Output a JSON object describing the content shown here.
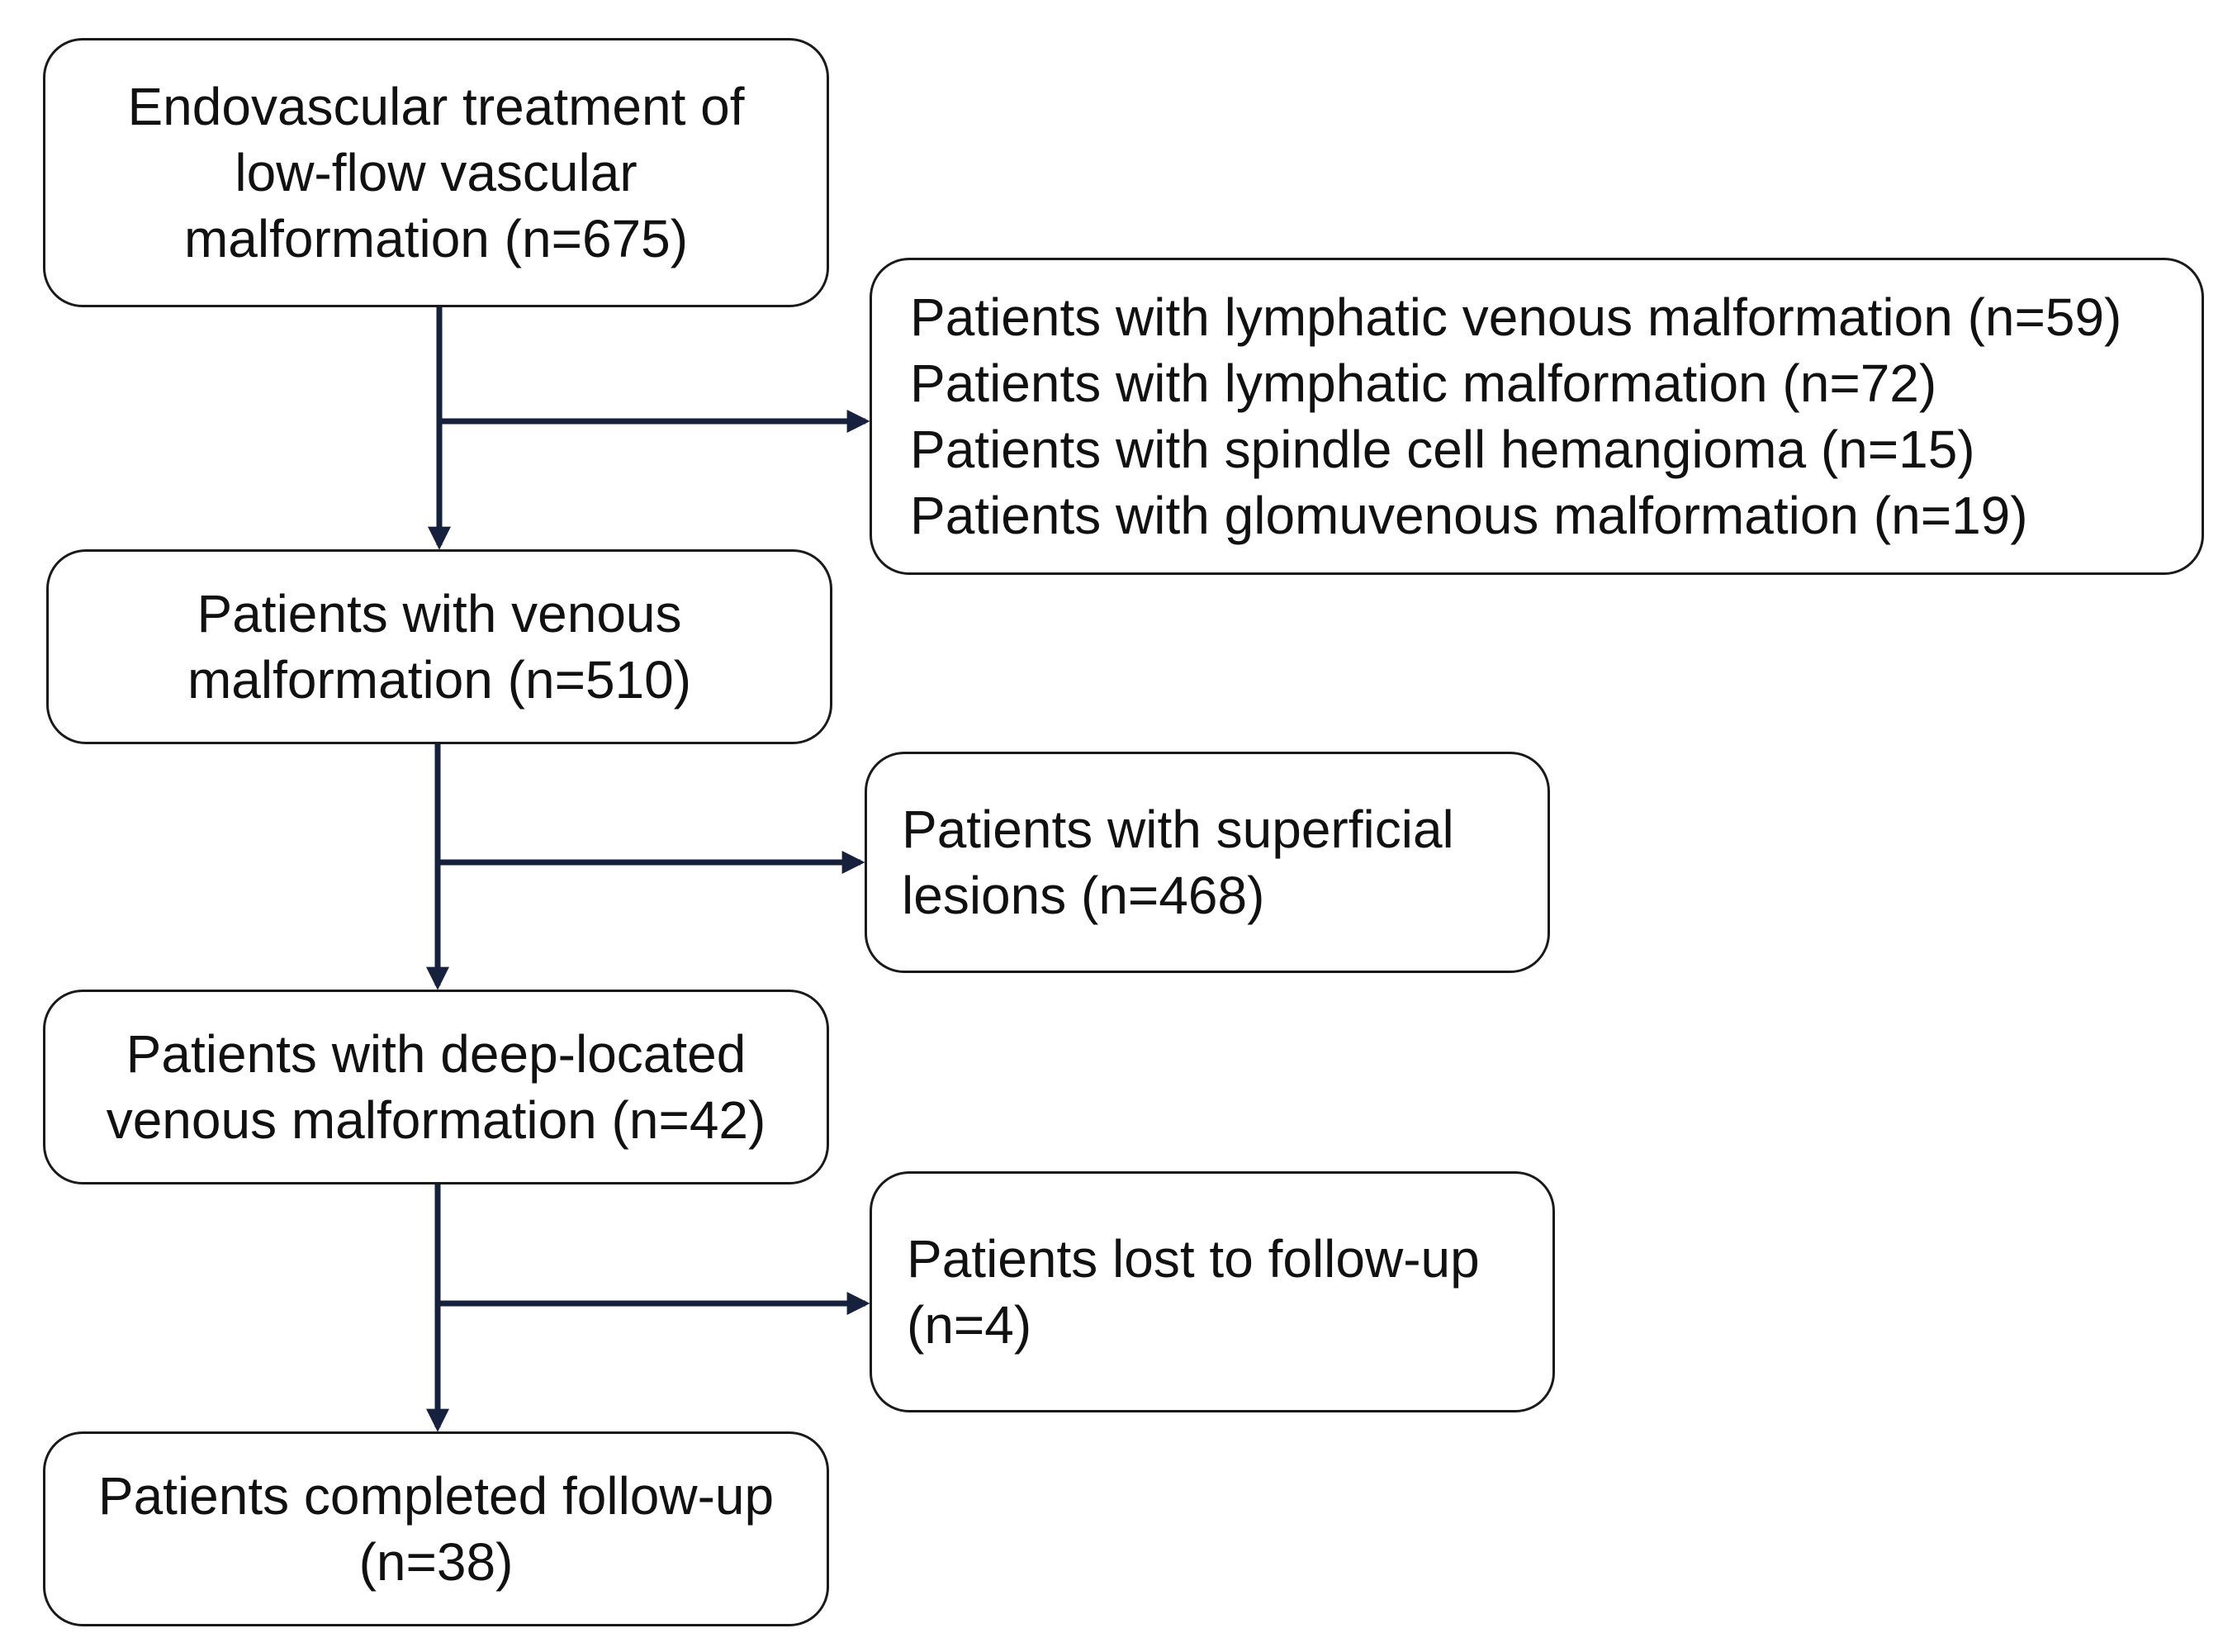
{
  "flowchart": {
    "line_color": "#16213e",
    "box_border_color": "#1a1a1a",
    "boxes": {
      "start": {
        "lines": [
          "Endovascular treatment of",
          "low-flow vascular",
          "malformation (n=675)"
        ]
      },
      "excluded_types": {
        "lines": [
          "Patients with lymphatic venous malformation (n=59)",
          "Patients with lymphatic malformation (n=72)",
          "Patients with spindle cell hemangioma (n=15)",
          "Patients with glomuvenous malformation (n=19)"
        ]
      },
      "venous": {
        "lines": [
          "Patients with venous",
          "malformation (n=510)"
        ]
      },
      "superficial": {
        "lines": [
          "Patients with superficial",
          "lesions (n=468)"
        ]
      },
      "deep": {
        "lines": [
          "Patients with deep-located",
          "venous malformation (n=42)"
        ]
      },
      "lost": {
        "lines": [
          "Patients lost to follow-up",
          "(n=4)"
        ]
      },
      "completed": {
        "lines": [
          "Patients completed follow-up",
          "(n=38)"
        ]
      }
    }
  }
}
